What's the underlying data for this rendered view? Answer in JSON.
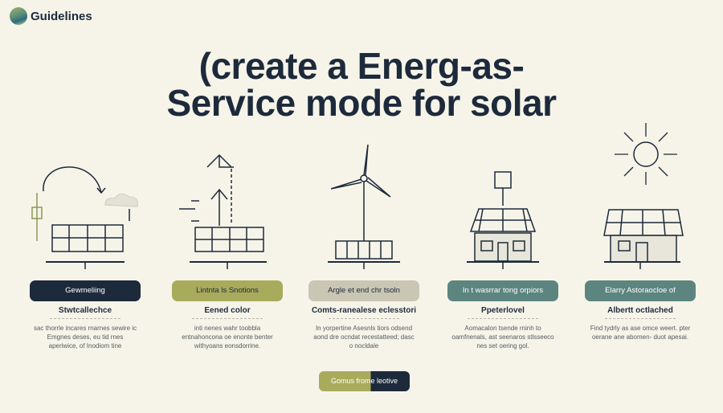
{
  "brand": {
    "name": "Guidelines"
  },
  "title": {
    "line1": "(create a Energ-as-",
    "line2": "Service mode for solar"
  },
  "steps": [
    {
      "label": "Gewmeliing",
      "color": "#1d2a3b",
      "subtitle": "Stwtcallechce",
      "body": "sac thorrle incares rnarnes sewire ic Emgnes deses, eu tid rnes aperiwice, of Inodiom tine"
    },
    {
      "label": "Lintnta ls Snotions",
      "color": "#a9ab5c",
      "subtitle": "Eened color",
      "body": "inti nenes wahr toobbla entnahoncona oe enonte benter withyoans eonsdorrine."
    },
    {
      "label": "Argle et end chr tsoln",
      "color": "#c9c6b4",
      "subtitle": "Comts-ranealese eclesstori",
      "body": "In yorpertine Asesnls tiors odsend aond dre ocndat recestatteed; dasc o nocldale"
    },
    {
      "label": "In t wasrrar tong orpiors",
      "color": "#5c8580",
      "subtitle": "Ppeterlovel",
      "body": "Aomacalon tsende rninh to oamfnenals, ast seenaros stlsseeco nes set oering gol."
    },
    {
      "label": "Elarry Astoraocloe of",
      "color": "#5c8580",
      "subtitle": "Albertt octlached",
      "body": "Find tydrly as ase omce weert. pter oerane ane abomen- duot apesai."
    }
  ],
  "cta": {
    "label": "Gomus frome leotive"
  }
}
